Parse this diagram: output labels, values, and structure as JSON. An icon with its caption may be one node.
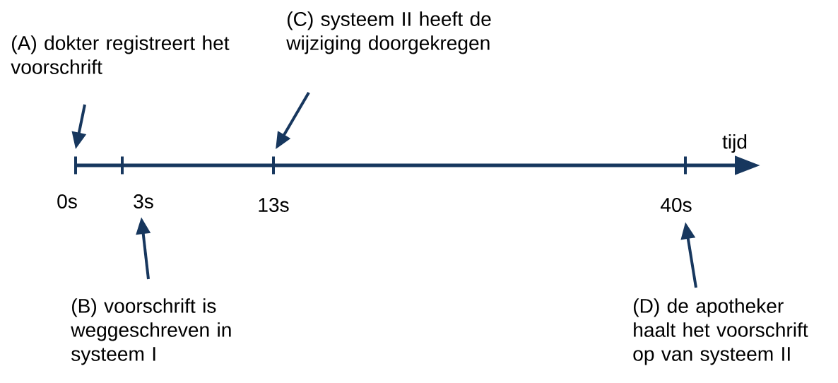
{
  "diagram": {
    "nodes": [
      {
        "text": [
          "(A) dokter registreert het voorschrift"
        ]
      },
      {
        "text": [
          "(B) voorschrift is weggeschreven in systeem I"
        ]
      },
      {
        "text": [
          "(C) systeem II heeft de wijziging doorgekregen"
        ]
      },
      {
        "text": [
          "(D) de apotheker haalt het voorschrift op van systeem II"
        ]
      },
      {
        "text": [],
        "shape": "bar"
      },
      {
        "text": [],
        "shape": "bar"
      },
      {
        "text": [],
        "shape": "bar"
      },
      {
        "text": [],
        "shape": "bar"
      },
      {
        "text": [
          "0s"
        ]
      },
      {
        "text": [
          "3s"
        ]
      },
      {
        "text": [
          "13s"
        ]
      },
      {
        "text": [
          "40s"
        ]
      }
    ],
    "edges": [
      {
        "from": 0,
        "to": 4,
        "arrow": "to"
      },
      {
        "from": 1,
        "to": 9,
        "arrow": "to"
      },
      {
        "from": 2,
        "to": 6,
        "arrow": "to"
      },
      {
        "from": 3,
        "to": 11,
        "arrow": "to"
      }
    ],
    "labels": [
      "tijd"
    ]
  }
}
